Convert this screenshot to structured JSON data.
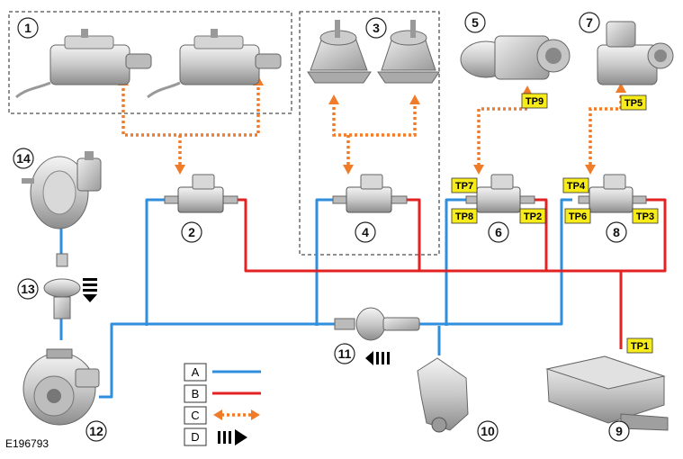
{
  "reference_code": "E196793",
  "callouts": [
    "1",
    "2",
    "3",
    "4",
    "5",
    "6",
    "7",
    "8",
    "9",
    "10",
    "11",
    "12",
    "13",
    "14"
  ],
  "test_points": [
    "TP1",
    "TP2",
    "TP3",
    "TP4",
    "TP5",
    "TP6",
    "TP7",
    "TP8",
    "TP9"
  ],
  "legend": [
    {
      "key": "A",
      "style": "blue-line"
    },
    {
      "key": "B",
      "style": "red-line"
    },
    {
      "key": "C",
      "style": "orange-dotted-double-arrow"
    },
    {
      "key": "D",
      "style": "black-flow-arrow"
    }
  ],
  "colors": {
    "vacuum_line": "#2f8fdc",
    "atmosphere_line": "#e32323",
    "control_link": "#f07c2a",
    "test_point_fill": "#f7ec1a"
  }
}
